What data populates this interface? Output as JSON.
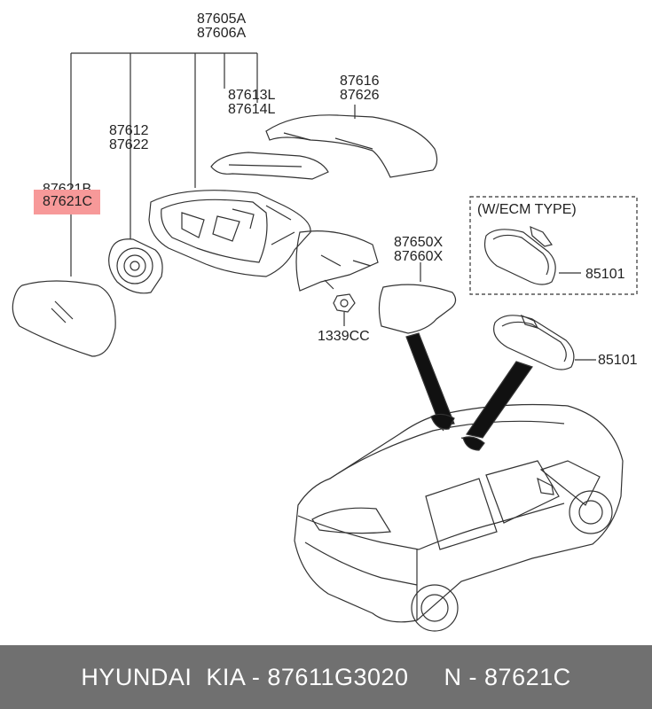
{
  "labels": {
    "assembly_a": "87605A",
    "assembly_b": "87606A",
    "glass_a": "87621B",
    "glass_b": "87621C",
    "actuator_a": "87612",
    "actuator_b": "87622",
    "lamp_a": "87613L",
    "lamp_b": "87614L",
    "cap_a": "87616",
    "cap_b": "87626",
    "cover_a": "87650X",
    "cover_b": "87660X",
    "nut": "1339CC",
    "ecm_type": "(W/ECM TYPE)",
    "inside_mirror_ecm": "85101",
    "inside_mirror": "85101"
  },
  "footer": {
    "text": "HYUNDAI  KIA - 87611G3020     N - 87621C"
  },
  "colors": {
    "highlight": "#f79999",
    "footer_bg": "#707070",
    "line": "#333333"
  }
}
